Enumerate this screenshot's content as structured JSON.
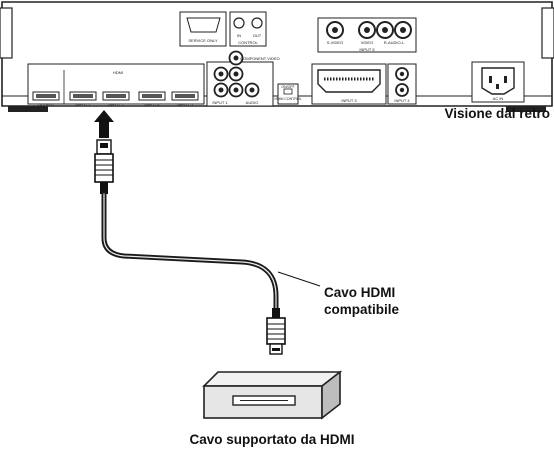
{
  "labels": {
    "rear_view": "Visione dal retro",
    "cable_line1": "Cavo HDMI",
    "cable_line2": "compatibile",
    "device": "Cavo supportato da HDMI"
  },
  "panel": {
    "hdmi_title": "HDMI",
    "hdmi_ports": [
      "OUTPUT",
      "INPUT 1",
      "INPUT 2",
      "INPUT 4",
      "INPUT 5"
    ],
    "service_label": "SERVICE ONLY",
    "control_in": "IN",
    "control_out": "OUT",
    "control_label": "CONTROL",
    "component_label": "COMPONENT VIDEO",
    "input1_label": "INPUT 1",
    "audio_label": "AUDIO",
    "hdmi_control_toggle": "ON/OFF",
    "hdmi_control_label": "HDMI CONTROL",
    "s_video": "S-VIDEO",
    "video": "VIDEO",
    "audio_rl": "R-AUDIO-L",
    "input5_label": "INPUT 5",
    "input3_label": "INPUT 3",
    "input4_label": "INPUT 4",
    "ac_in": "AC IN"
  },
  "colors": {
    "panel_line": "#222222",
    "panel_fill": "#ffffff",
    "cable": "#1a1a1a",
    "device_fill": "#e6e6e6",
    "device_dark": "#bdbdbd",
    "arrow": "#111111"
  }
}
